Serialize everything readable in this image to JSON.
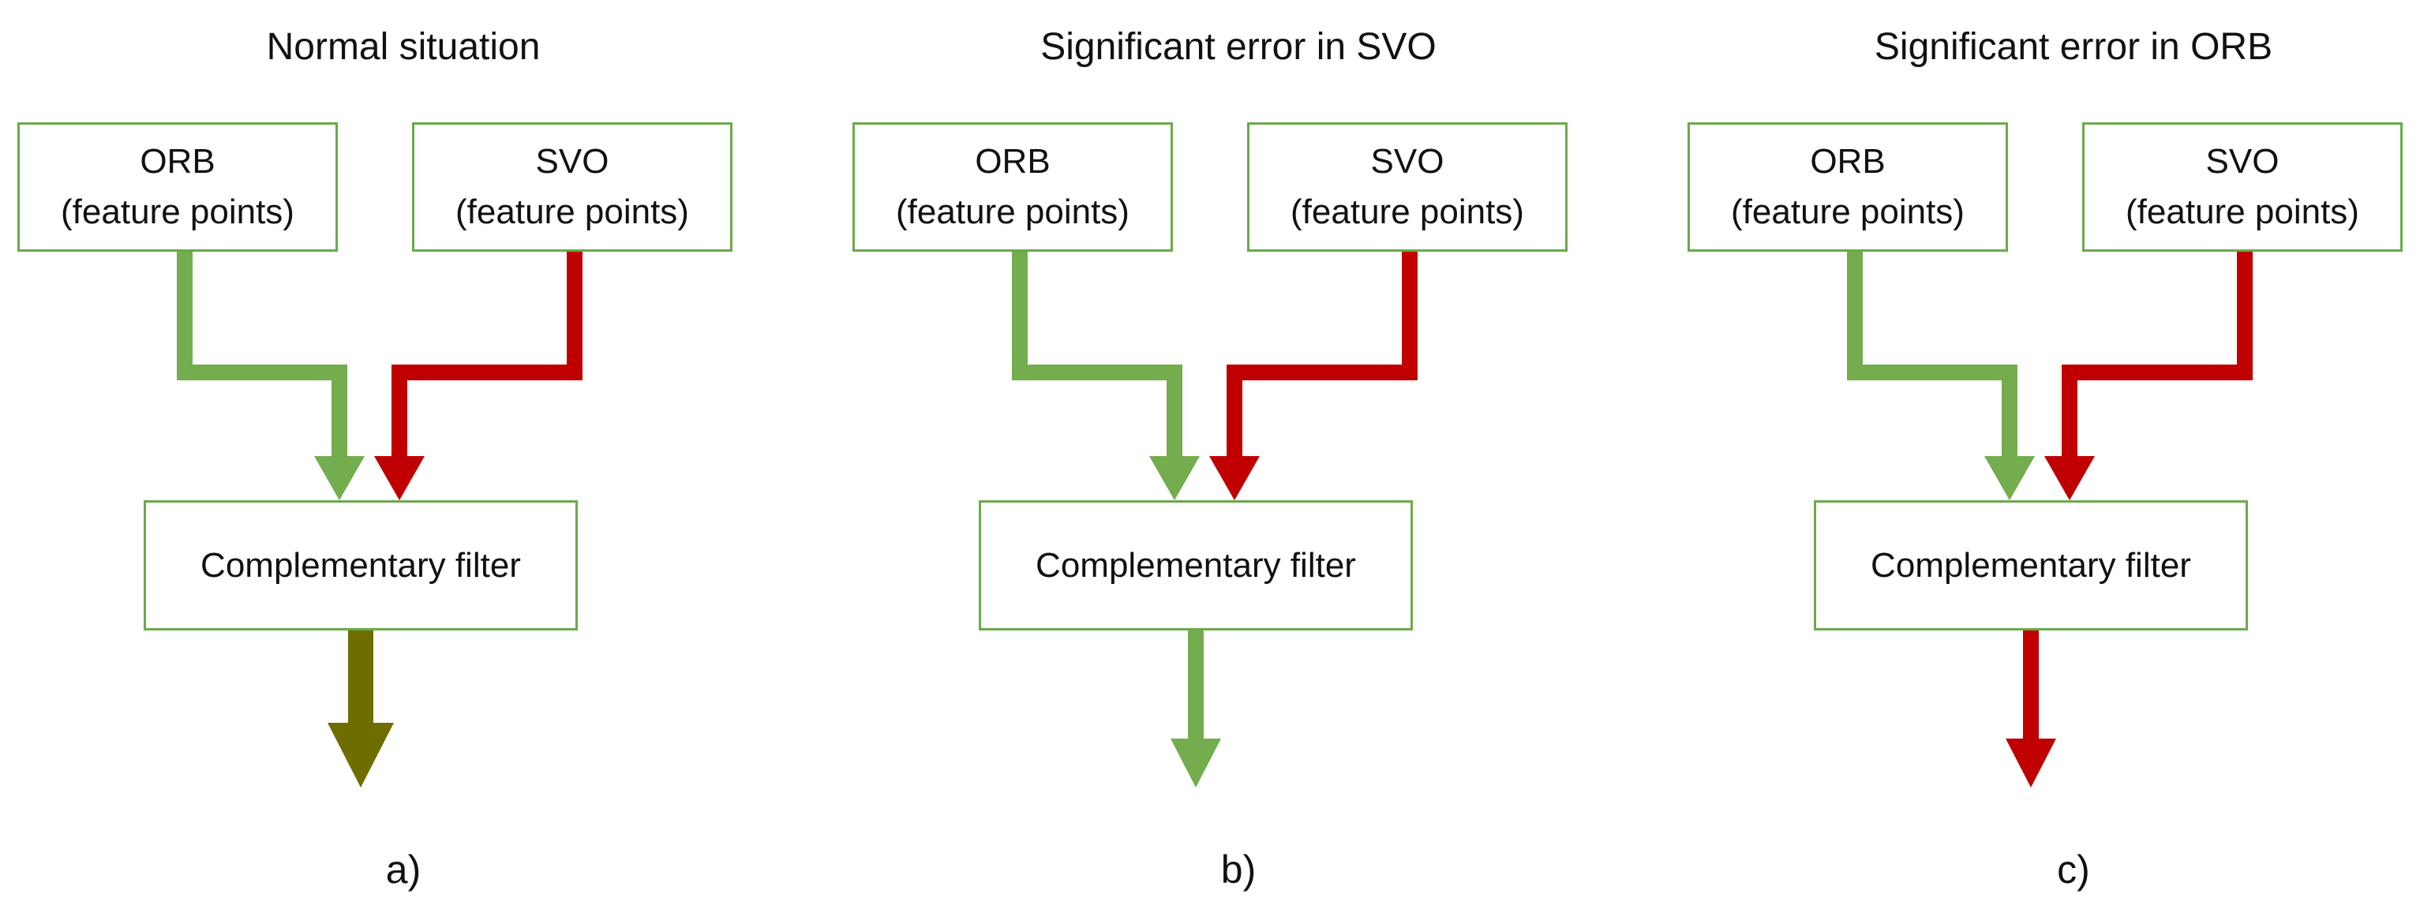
{
  "colors": {
    "box_border": "#6aaa4c",
    "orb_arrow": "#73ad4d",
    "svo_arrow": "#c00000",
    "fused_output_a": "#6e6e00",
    "fused_output_b": "#73ad4d",
    "fused_output_c": "#c00000"
  },
  "panels": [
    {
      "title": "Normal situation",
      "orb_line1": "ORB",
      "orb_line2": "(feature points)",
      "svo_line1": "SVO",
      "svo_line2": "(feature points)",
      "filter_label": "Complementary filter",
      "label": "a)",
      "output_color_key": "fused_output_a"
    },
    {
      "title": "Significant error in SVO",
      "orb_line1": "ORB",
      "orb_line2": "(feature points)",
      "svo_line1": "SVO",
      "svo_line2": "(feature points)",
      "filter_label": "Complementary filter",
      "label": "b)",
      "output_color_key": "fused_output_b"
    },
    {
      "title": "Significant error in ORB",
      "orb_line1": "ORB",
      "orb_line2": "(feature points)",
      "svo_line1": "SVO",
      "svo_line2": "(feature points)",
      "filter_label": "Complementary filter",
      "label": "c)",
      "output_color_key": "fused_output_c"
    }
  ]
}
